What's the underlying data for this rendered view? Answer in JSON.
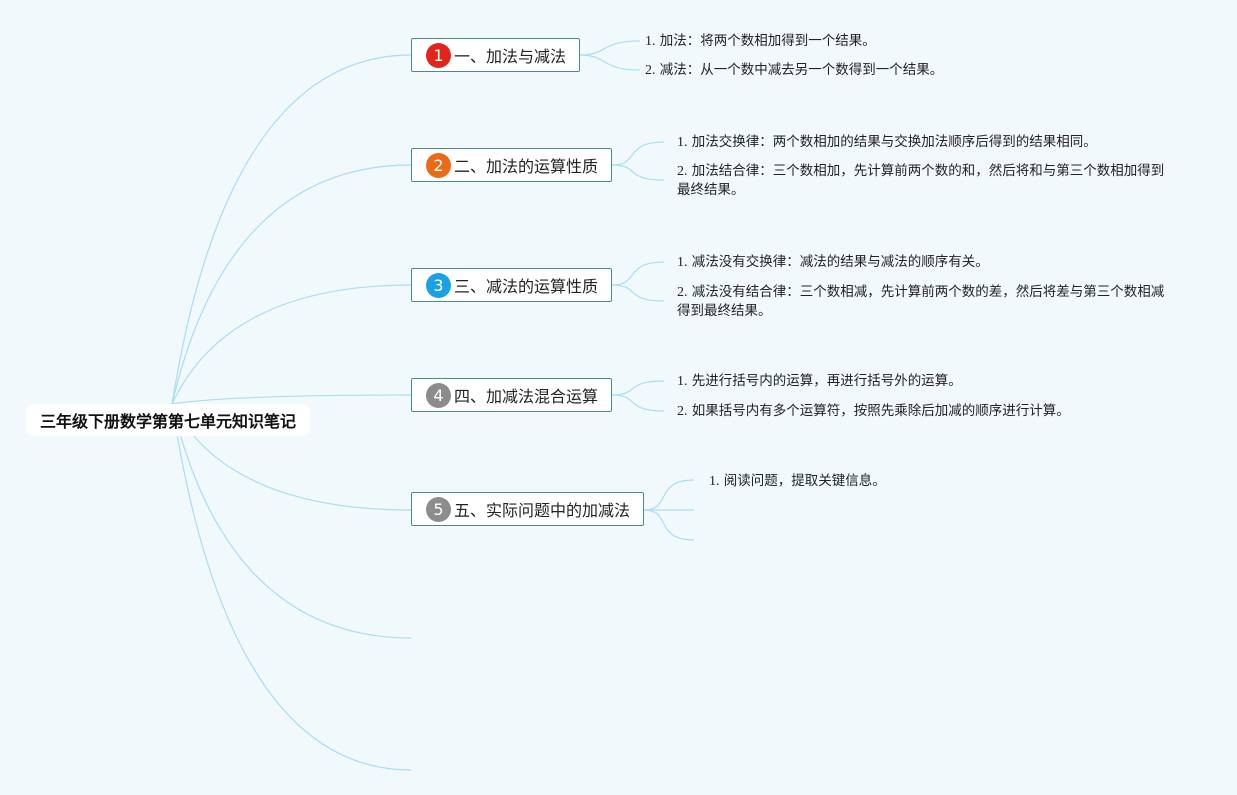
{
  "root": {
    "label": "三年级下册数学第第七单元知识笔记"
  },
  "colors": {
    "line": "#a9ddf3",
    "badge_red": "#e1251b",
    "badge_orange": "#ec6a15",
    "badge_blue": "#1aa0e6",
    "badge_gray": "#8c8c8c"
  },
  "branches": [
    {
      "number": "1",
      "label": "一、加法与减法",
      "badge_color": "#e1251b",
      "leaves": [
        {
          "num": "1.",
          "text": "加法：将两个数相加得到一个结果。"
        },
        {
          "num": "2.",
          "text": "减法：从一个数中减去另一个数得到一个结果。"
        }
      ]
    },
    {
      "number": "2",
      "label": "二、加法的运算性质",
      "badge_color": "#ec6a15",
      "leaves": [
        {
          "num": "1.",
          "text": "加法交换律：两个数相加的结果与交换加法顺序后得到的结果相同。"
        },
        {
          "num": "2.",
          "text": "加法结合律：三个数相加，先计算前两个数的和，然后将和与第三个数相加得到最终结果。"
        }
      ]
    },
    {
      "number": "3",
      "label": "三、减法的运算性质",
      "badge_color": "#1aa0e6",
      "leaves": [
        {
          "num": "1.",
          "text": "减法没有交换律：减法的结果与减法的顺序有关。"
        },
        {
          "num": "2.",
          "text": "减法没有结合律：三个数相减，先计算前两个数的差，然后将差与第三个数相减得到最终结果。"
        }
      ]
    },
    {
      "number": "4",
      "label": "四、加减法混合运算",
      "badge_color": "#8c8c8c",
      "leaves": [
        {
          "num": "1.",
          "text": "先进行括号内的运算，再进行括号外的运算。"
        },
        {
          "num": "2.",
          "text": "如果括号内有多个运算符，按照先乘除后加减的顺序进行计算。"
        }
      ]
    },
    {
      "number": "5",
      "label": "五、实际问题中的加减法",
      "badge_color": "#8c8c8c",
      "leaves": [
        {
          "num": "1.",
          "text": "阅读问题，提取关键信息。"
        }
      ]
    }
  ]
}
